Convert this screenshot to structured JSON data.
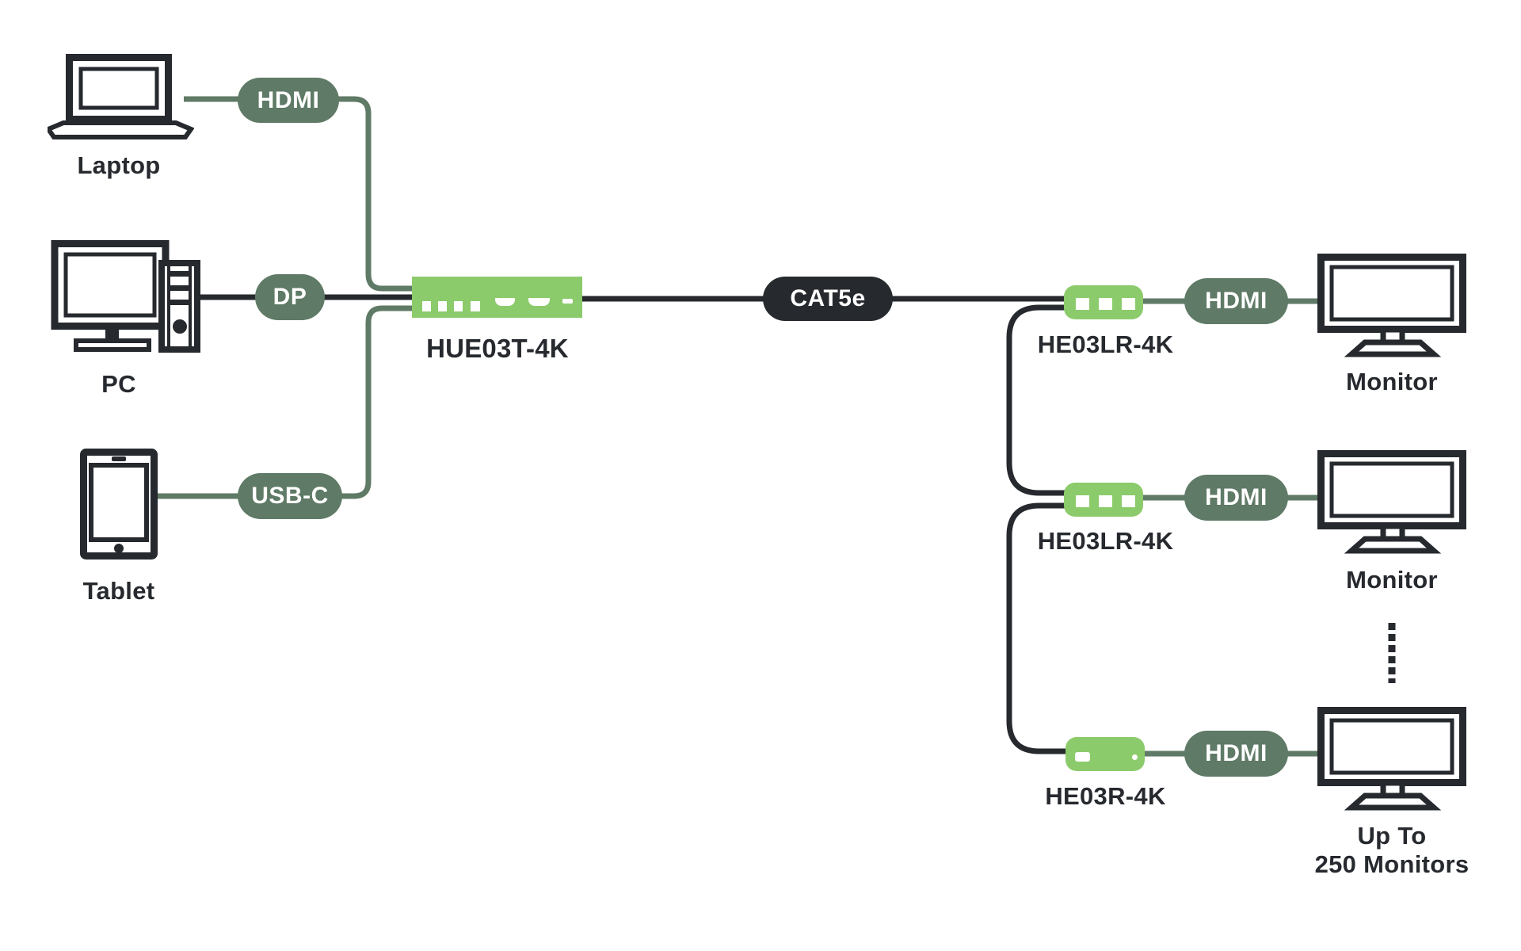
{
  "colors": {
    "device_green": "#8CCB6B",
    "badge_sage": "#5F7A66",
    "ink": "#26292E",
    "background": "#FFFFFF"
  },
  "sources": [
    {
      "label": "Laptop",
      "connector": "HDMI",
      "icon": "laptop-icon"
    },
    {
      "label": "PC",
      "connector": "DP",
      "icon": "pc-icon"
    },
    {
      "label": "Tablet",
      "connector": "USB-C",
      "icon": "tablet-icon"
    }
  ],
  "transmitter": {
    "model": "HUE03T-4K"
  },
  "link_badge": "CAT5e",
  "receivers": [
    {
      "model": "HE03LR-4K",
      "connector": "HDMI",
      "display_label": "Monitor",
      "icon": "monitor-icon"
    },
    {
      "model": "HE03LR-4K",
      "connector": "HDMI",
      "display_label": "Monitor",
      "icon": "monitor-icon"
    },
    {
      "model": "HE03R-4K",
      "connector": "HDMI",
      "display_label_line1": "Up To",
      "display_label_line2": "250 Monitors",
      "icon": "monitor-icon"
    }
  ]
}
